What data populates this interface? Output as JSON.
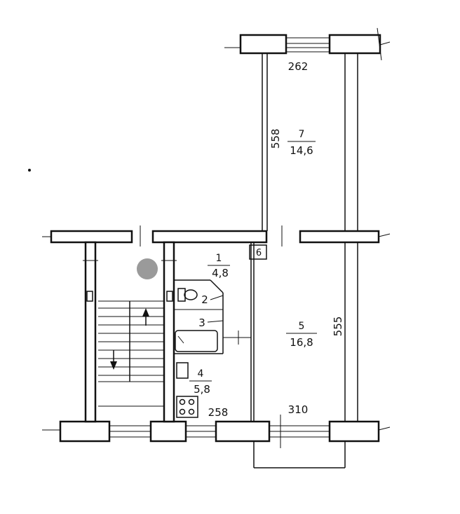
{
  "rooms": [
    {
      "number": "1",
      "area": "4,8"
    },
    {
      "number": "2",
      "area": ""
    },
    {
      "number": "3",
      "area": ""
    },
    {
      "number": "4",
      "area": "5,8"
    },
    {
      "number": "5",
      "area": "16,8"
    },
    {
      "number": "6",
      "area": ""
    },
    {
      "number": "7",
      "area": "14,6"
    }
  ],
  "dimensions": {
    "balcony_width": "262",
    "balcony_length": "558",
    "room5_depth": "555",
    "kitchen_width": "258",
    "room5_width": "310"
  },
  "icons": [
    "stair-arrow-up",
    "stair-arrow-down",
    "toilet",
    "bathtub",
    "sink",
    "stove"
  ],
  "colors": {
    "line": "#111111",
    "background": "#ffffff"
  }
}
